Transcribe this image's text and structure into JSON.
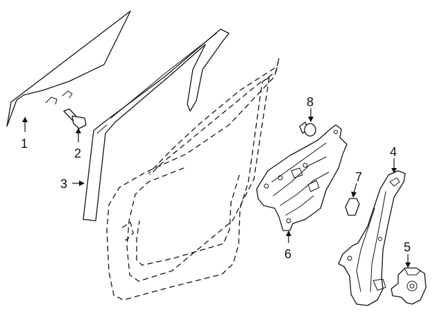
{
  "diagram": {
    "callouts": [
      {
        "id": "c1",
        "label": "1",
        "part": "front-door-glass"
      },
      {
        "id": "c2",
        "label": "2",
        "part": "glass-bolt"
      },
      {
        "id": "c3",
        "label": "3",
        "part": "glass-run-channel"
      },
      {
        "id": "c4",
        "label": "4",
        "part": "window-regulator"
      },
      {
        "id": "c5",
        "label": "5",
        "part": "regulator-motor"
      },
      {
        "id": "c6",
        "label": "6",
        "part": "regulator-mounting-panel"
      },
      {
        "id": "c7",
        "label": "7",
        "part": "access-hole-plug"
      },
      {
        "id": "c8",
        "label": "8",
        "part": "push-clip"
      }
    ]
  }
}
